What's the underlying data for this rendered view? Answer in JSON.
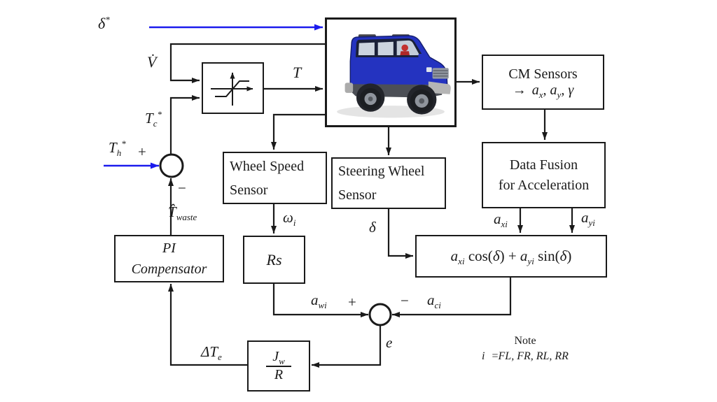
{
  "colors": {
    "line": "#1a1a1a",
    "reference_arrow_blue": "#1b1bed",
    "vehicle_body_blue": "#2433c0",
    "background": "#ffffff"
  },
  "blocks": {
    "saturation": {
      "name": "saturation-limiter"
    },
    "vehicle": {
      "name": "vehicle-plant"
    },
    "cm_sensors": {
      "line1": "CM Sensors",
      "arrow": "→",
      "s1": "a",
      "s1sub": "x",
      "c1": ",",
      "s2": "a",
      "s2sub": "y",
      "c2": ",",
      "gamma": "γ"
    },
    "data_fusion": {
      "line1": "Data Fusion",
      "line2": "for Acceleration"
    },
    "wheel_speed": {
      "line1": "Wheel Speed",
      "line2": "Sensor"
    },
    "steering": {
      "line1": "Steering Wheel",
      "line2": "Sensor"
    },
    "rs": {
      "label": "Rs"
    },
    "formula": {
      "s1": "a",
      "s1sub": "xi",
      "s2": "cos(",
      "s3": "δ",
      "s4": ") + ",
      "s5": "a",
      "s5sub": "yi",
      "s6": "sin(",
      "s7": "δ",
      "s8": ")"
    },
    "pi": {
      "line1": "PI",
      "line2": "Compensator"
    },
    "jwr": {
      "num": "J",
      "numsub": "w",
      "den": "R"
    }
  },
  "signals": {
    "delta_star": {
      "base": "δ",
      "sup": "*"
    },
    "v_dot": "V̇",
    "t": "T",
    "tc": {
      "base": "T",
      "sub": "c",
      "sup": "*"
    },
    "th": {
      "base": "T",
      "sub": "h",
      "sup": "*"
    },
    "t_waste": {
      "base": "T̂",
      "sub": "waste"
    },
    "omega_i": {
      "base": "ω",
      "sub": "i"
    },
    "delta": "δ",
    "axi": {
      "base": "a",
      "sub": "xi"
    },
    "ayi": {
      "base": "a",
      "sub": "yi"
    },
    "awi": {
      "base": "a",
      "sub": "wi"
    },
    "aci": {
      "base": "a",
      "sub": "ci"
    },
    "e": "e",
    "delta_te": {
      "base": "ΔT",
      "sub": "e"
    }
  },
  "sums": {
    "a_plus": "+",
    "a_minus": "−",
    "b_plus": "+",
    "b_minus": "−"
  },
  "note": {
    "title": "Note",
    "i": "i",
    "eq": "=",
    "values": "FL, FR, RL, RR"
  }
}
